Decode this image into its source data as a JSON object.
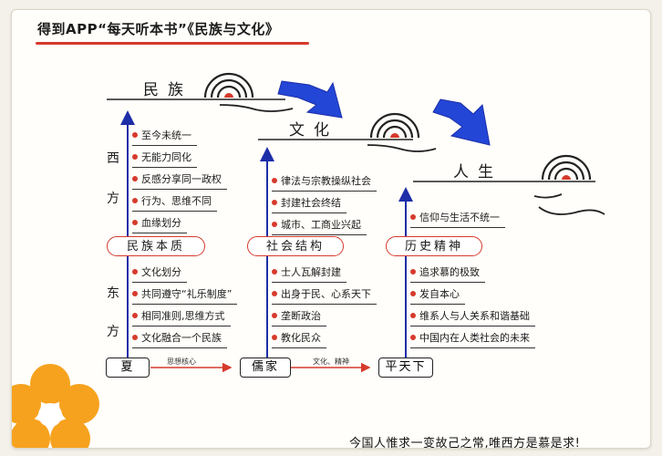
{
  "title": "得到APP“每天听本书”《民族与文化》",
  "headers": {
    "minzu": "民族",
    "wenhua": "文化",
    "rensheng": "人生"
  },
  "side_labels": {
    "xi": "西",
    "fang1": "方",
    "dong": "东",
    "fang2": "方"
  },
  "columns": {
    "left": {
      "center": "民族本质",
      "top": [
        "至今未统一",
        "无能力同化",
        "反感分享同一政权",
        "行为、思维不同",
        "血缘划分"
      ],
      "bottom": [
        "文化划分",
        "共同遵守“礼乐制度”",
        "相同准则,思维方式",
        "文化融合一个民族"
      ],
      "base": "夏"
    },
    "middle": {
      "center": "社会结构",
      "top": [
        "律法与宗教操纵社会",
        "封建社会终结",
        "城市、工商业兴起"
      ],
      "bottom": [
        "士人瓦解封建",
        "出身于民、心系天下",
        "垄断政治",
        "教化民众"
      ],
      "base": "儒家"
    },
    "right": {
      "center": "历史精神",
      "top": [
        "信仰与生活不统一"
      ],
      "bottom": [
        "追求慕的极致",
        "发自本心",
        "维系人与人关系和谐基础",
        "中国内在人类社会的未来"
      ],
      "base": "平天下"
    }
  },
  "connectors": {
    "first": "思想核心",
    "second": "文化、精神"
  },
  "quote": "今国人惟求一变故己之常,唯西方是慕是求!",
  "colors": {
    "accent": "#d63a2c",
    "arrow_blue": "#2346d6",
    "flower_orange": "#f6a21e",
    "flower_center": "#ffffff"
  }
}
